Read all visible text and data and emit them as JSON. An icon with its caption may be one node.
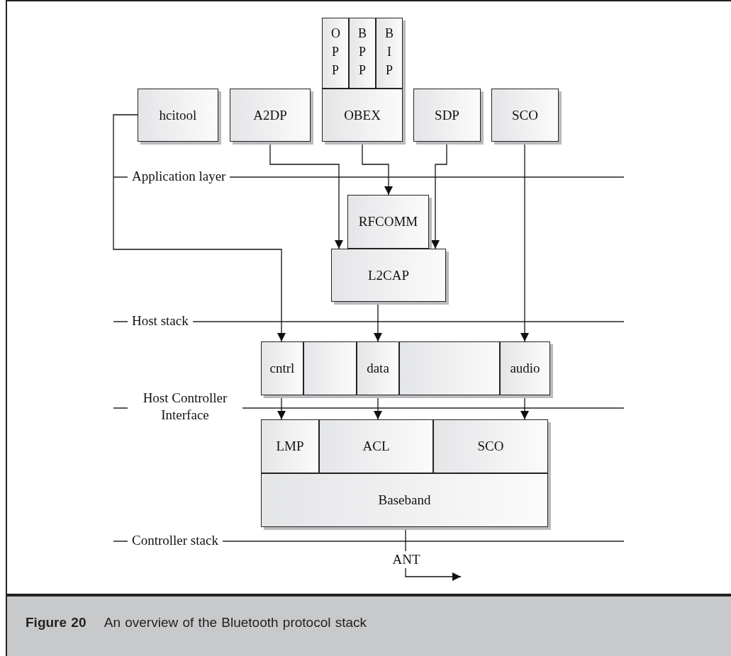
{
  "diagram": {
    "caption": "**Figure 20** An overview of the Bluetooth protocol stack",
    "nodes": [
      {
        "text": [
          "OPP"
        ]
      },
      {
        "text": [
          "BPP"
        ]
      },
      {
        "text": [
          "BIP"
        ]
      },
      {
        "text": [
          "hcitool"
        ]
      },
      {
        "text": [
          "A2DP"
        ]
      },
      {
        "text": [
          "OBEX"
        ]
      },
      {
        "text": [
          "SDP"
        ]
      },
      {
        "text": [
          "SCO"
        ]
      },
      {
        "text": [
          "RFCOMM"
        ]
      },
      {
        "text": [
          "L2CAP"
        ]
      },
      {
        "text": [
          "cntrl"
        ]
      },
      {
        "text": [],
        "shape": "box"
      },
      {
        "text": [
          "data"
        ]
      },
      {
        "text": [],
        "shape": "box"
      },
      {
        "text": [
          "audio"
        ]
      },
      {
        "text": [
          "LMP"
        ]
      },
      {
        "text": [
          "ACL"
        ]
      },
      {
        "text": [
          "SCO"
        ]
      },
      {
        "text": [
          "Baseband"
        ]
      },
      {
        "text": [
          "ANT"
        ]
      }
    ],
    "edges": [
      {
        "from": 3,
        "to": 10,
        "arrow": "to"
      },
      {
        "from": 4,
        "to": 9,
        "arrow": "to"
      },
      {
        "from": 5,
        "to": 8,
        "arrow": "to"
      },
      {
        "from": 6,
        "to": 9,
        "arrow": "to"
      },
      {
        "from": 7,
        "to": 14,
        "arrow": "to"
      },
      {
        "from": 9,
        "to": 12,
        "arrow": "to"
      },
      {
        "from": 10,
        "to": 15,
        "arrow": "to"
      },
      {
        "from": 12,
        "to": 16,
        "arrow": "to"
      },
      {
        "from": 14,
        "to": 17,
        "arrow": "to"
      },
      {
        "from": 18,
        "to": 19,
        "arrow": "none"
      },
      {
        "from": 19,
        "to": null,
        "arrow": "to"
      }
    ],
    "labels": [
      "Application layer",
      "Host stack",
      "Host Controller Interface",
      "Controller stack"
    ]
  }
}
